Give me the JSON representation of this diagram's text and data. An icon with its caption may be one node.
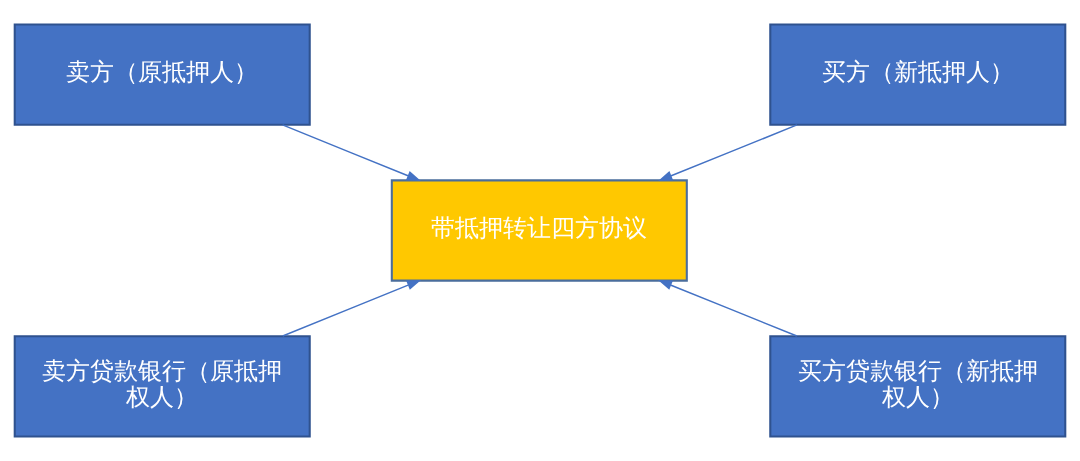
{
  "diagram": {
    "nodes": [
      {
        "text": [
          "卖方（原抵押人）"
        ]
      },
      {
        "text": [
          "买方（新抵押人）"
        ]
      },
      {
        "text": [
          "带抵押转让四方协议"
        ]
      },
      {
        "text": [
          "卖方贷款银行（原抵押权人）"
        ]
      },
      {
        "text": [
          "买方贷款银行（新抵押权人）"
        ]
      }
    ],
    "edges": [
      {
        "from": 0,
        "to": 2,
        "arrow": "to"
      },
      {
        "from": 1,
        "to": 2,
        "arrow": "to"
      },
      {
        "from": 3,
        "to": 2,
        "arrow": "to"
      },
      {
        "from": 4,
        "to": 2,
        "arrow": "to"
      }
    ]
  }
}
